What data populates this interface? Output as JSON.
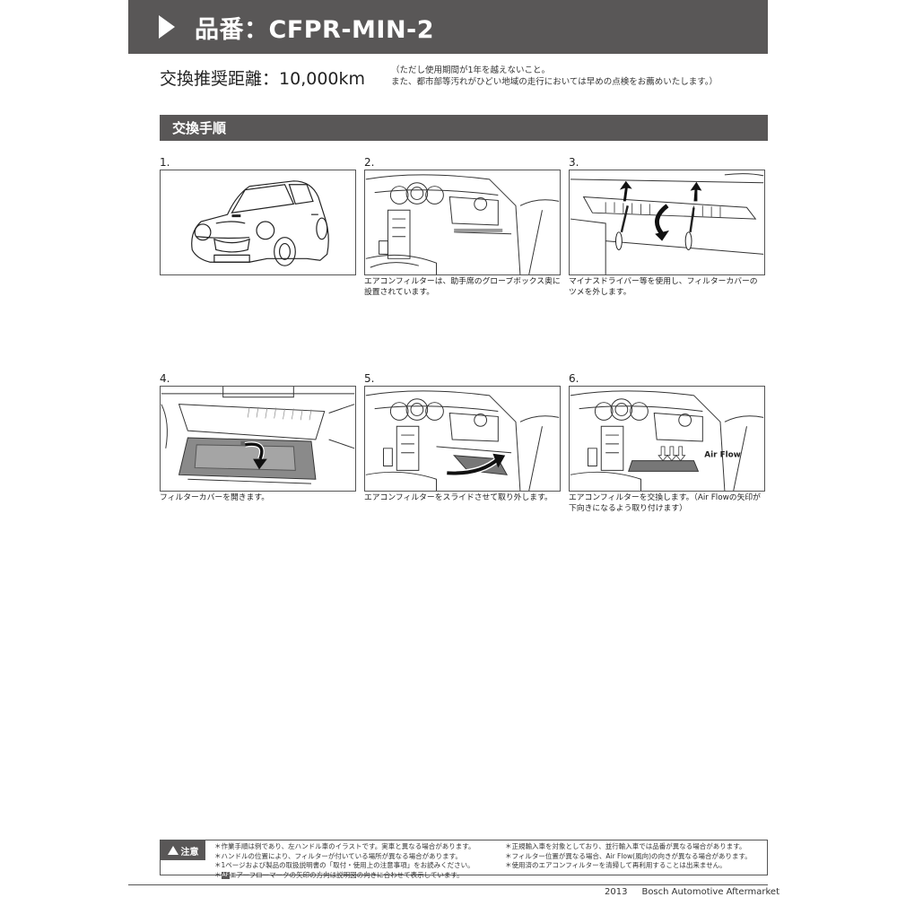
{
  "header": {
    "title": "品番：CFPR-MIN-2"
  },
  "interval": {
    "label": "交換推奨距離：",
    "value": "10,000km",
    "note_line1": "（ただし使用期間が1年を越えないこと。",
    "note_line2": "また、都市部等汚れがひどい地域の走行においては早めの点検をお薦めいたします。）"
  },
  "section": {
    "title": "交換手順"
  },
  "steps": [
    {
      "num": "1.",
      "caption1": "",
      "caption2": ""
    },
    {
      "num": "2.",
      "caption1": "エアコンフィルターは、助手席のグローブボックス奥に",
      "caption2": "設置されています。"
    },
    {
      "num": "3.",
      "caption1": "マイナスドライバー等を使用し、フィルターカバーの",
      "caption2": "ツメを外します。"
    },
    {
      "num": "4.",
      "caption1": "フィルターカバーを開きます。",
      "caption2": ""
    },
    {
      "num": "5.",
      "caption1": "エアコンフィルターをスライドさせて取り外します。",
      "caption2": ""
    },
    {
      "num": "6.",
      "caption1": "エアコンフィルターを交換します。（Air Flowの矢印が",
      "caption2": "下向きになるよう取り付けます）",
      "airflow_label": "Air Flow"
    }
  ],
  "caution": {
    "label": "注意",
    "left": [
      "＊作業手順は例であり、左ハンドル車のイラストです。実車と異なる場合があります。",
      "＊ハンドルの位置により、フィルターが付いている場所が異なる場合があります。",
      "＊1ページおよび製品の取扱説明書の「取付・使用上の注意事項」をお読みください。",
      "エアーフローマークの矢印の方向は説明図の向きに合わせて表示しています。"
    ],
    "af_mark": "AF",
    "right": [
      "＊正規輸入車を対象としており、並行輸入車では品番が異なる場合があります。",
      "＊フィルター位置が異なる場合、Air Flow(風向)の向きが異なる場合があります。",
      "＊使用済のエアコンフィルターを清掃して再利用することは出来ません。"
    ]
  },
  "footer": {
    "year": "2013",
    "company": "Bosch Automotive Aftermarket"
  }
}
